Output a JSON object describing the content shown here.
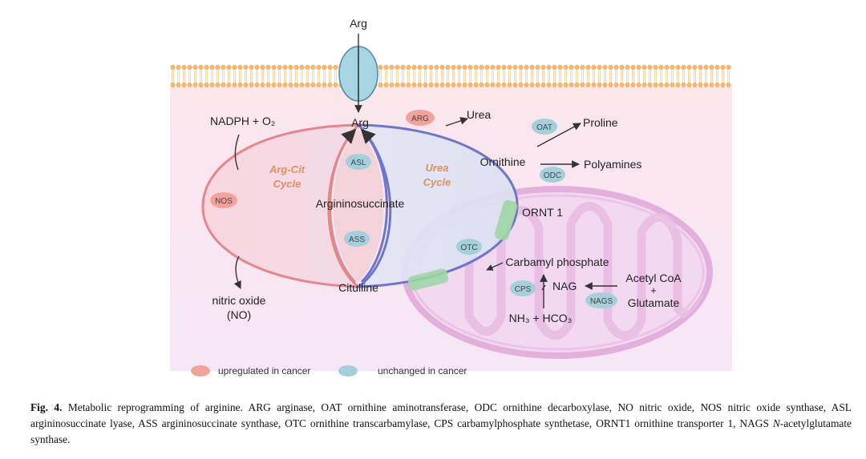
{
  "diagram": {
    "metabolites": {
      "arg_outside": "Arg",
      "arg_inside": "Arg",
      "urea": "Urea",
      "ornithine": "Ornithine",
      "proline": "Proline",
      "polyamines": "Polyamines",
      "argininosuccinate": "Argininosuccinate",
      "citrulline": "Citulline",
      "nadph_o2": "NADPH + O₂",
      "nitric_oxide_1": "nitric oxide",
      "nitric_oxide_2": "(NO)",
      "carbamyl_phosphate": "Carbamyl phosphate",
      "nag": "NAG",
      "nh3_hco3": "NH₃ + HCO₃",
      "acetyl_coa": "Acetyl CoA",
      "plus": "+",
      "glutamate": "Glutamate",
      "ornt1": "ORNT 1"
    },
    "cycles": {
      "arg_cit_1": "Arg-Cit",
      "arg_cit_2": "Cycle",
      "urea_1": "Urea",
      "urea_2": "Cycle"
    },
    "enzymes": {
      "arg": "ARG",
      "oat": "OAT",
      "odc": "ODC",
      "nos": "NOS",
      "asl": "ASL",
      "ass": "ASS",
      "otc": "OTC",
      "cps": "CPS",
      "nags": "NAGS"
    },
    "legend": {
      "upregulated": "upregulated in cancer",
      "unchanged": "unchanged in cancer"
    },
    "colors": {
      "upregulated": "#f2a29a",
      "unchanged": "#a6cfdc",
      "cell_background": "#fbe9ef",
      "membrane": "#f5c48c",
      "mitochondrion": "#e7b6e2",
      "transporter": "#9dd6a6",
      "cycle_label": "#e0915b"
    }
  },
  "caption": {
    "label": "Fig. 4.",
    "text_1": " Metabolic reprogramming of arginine. ARG arginase, OAT ornithine aminotransferase, ODC ornithine decarboxylase, NO nitric oxide, NOS nitric oxide synthase, ASL argininosuccinate lyase, ASS argininosuccinate synthase, OTC ornithine transcarbamylase, CPS carbamylphosphate synthetase, ORNT1 ornithine transporter 1, NAGS ",
    "italic": "N",
    "text_2": "-acetylglutamate synthase."
  }
}
